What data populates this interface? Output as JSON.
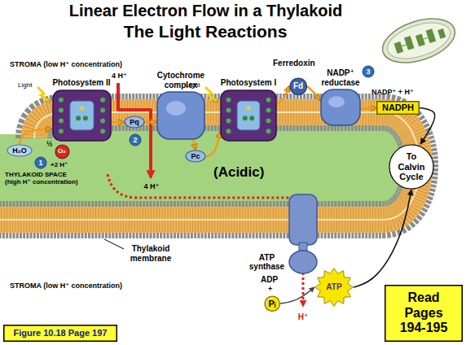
{
  "diagram": {
    "title": "Linear Electron Flow in a Thylakoid",
    "nodes": [
      {
        "text": [
          "Photosystem II"
        ]
      },
      {
        "text": [
          "Cytochrome complex"
        ]
      },
      {
        "text": [
          "Photosystem I"
        ]
      },
      {
        "text": [
          "Fd"
        ]
      },
      {
        "text": [
          "NADP⁺ reductase"
        ]
      },
      {
        "text": [
          "Pq"
        ]
      },
      {
        "text": [
          "Pc"
        ]
      },
      {
        "text": [
          "NADPH"
        ]
      },
      {
        "text": [
          "H₂O"
        ]
      },
      {
        "text": [
          "O₂"
        ]
      },
      {
        "text": [
          "To Calvin Cycle"
        ]
      },
      {
        "text": [
          "ATP synthase"
        ]
      },
      {
        "text": [
          "Pᵢ"
        ]
      },
      {
        "text": [
          "ATP"
        ]
      },
      {
        "text": [
          "Read Pages 194-195"
        ]
      },
      {
        "text": [
          "Figure 10.18 Page 197"
        ]
      }
    ],
    "edges": [
      {
        "from": 8,
        "to": 0,
        "arrow": "to"
      },
      {
        "from": 0,
        "to": 5,
        "arrow": "to"
      },
      {
        "from": 5,
        "to": 1,
        "arrow": "to"
      },
      {
        "from": 1,
        "to": 6,
        "arrow": "to"
      },
      {
        "from": 6,
        "to": 2,
        "arrow": "to"
      },
      {
        "from": 2,
        "to": 3,
        "arrow": "to"
      },
      {
        "from": 3,
        "to": 4,
        "arrow": "to"
      },
      {
        "from": 4,
        "to": 7,
        "arrow": "to"
      },
      {
        "from": 7,
        "to": 10,
        "arrow": "to"
      },
      {
        "from": 13,
        "to": 10,
        "arrow": "to"
      },
      {
        "from": 12,
        "to": 13,
        "arrow": "to"
      }
    ],
    "labels": [
      "The Light Reactions",
      "STROMA (low H⁺ concentration)",
      "Light",
      "4 H⁺",
      "Light",
      "Ferredoxin",
      "3",
      "NADP⁺ + H⁺",
      "½",
      "1",
      "+2 H⁺",
      "2",
      "THYLAKOID SPACE (high H⁺ concentration)",
      "4 H⁺",
      "(Acidic)",
      "Thylakoid membrane",
      "ADP",
      "+",
      "H⁺",
      "STROMA (low H⁺ concentration)"
    ]
  }
}
